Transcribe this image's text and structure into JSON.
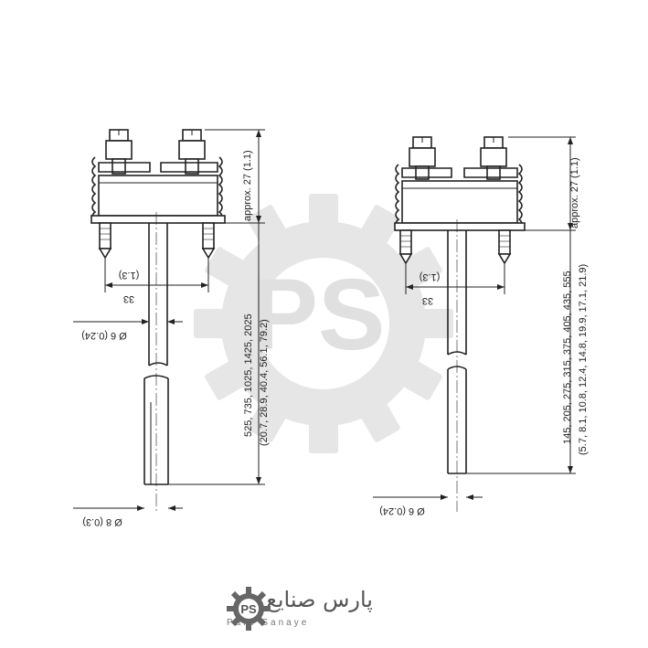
{
  "left_drawing": {
    "approx_height": "approx. 27 (1.1)",
    "length_mm": "525, 735, 1025, 1425, 2025",
    "length_in": "(20.7, 28.9, 40.4, 56.1, 79.2)",
    "width_mm": "33",
    "width_in": "(1.3)",
    "rod_diameter": "Ø 6 (0.24)",
    "tube_diameter": "Ø 8 (0.3)"
  },
  "right_drawing": {
    "approx_height": "approx. 27 (1.1)",
    "length_mm": "145, 205, 275, 315, 375, 405, 435, 555",
    "length_in": "(5.7, 8.1, 10.8, 12.4, 14.8, 19.9, 17.1, 21.9)",
    "width_mm": "33",
    "width_in": "(1.3)",
    "rod_diameter": "Ø 6 (0.24)"
  },
  "brand": {
    "name_fa": "پارس صنایع",
    "name_en": "Pars Sanaye",
    "logo_letters": "PS"
  },
  "colors": {
    "line": "#222222",
    "watermark": "#e6e6e6",
    "brand_text": "#555555"
  }
}
